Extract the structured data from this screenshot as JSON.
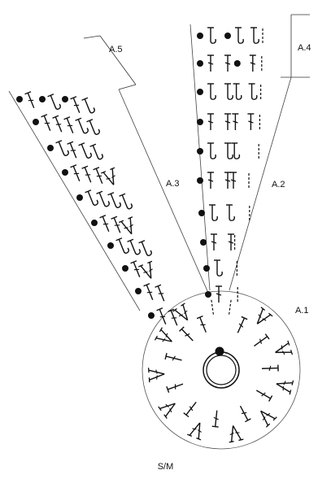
{
  "diagram": {
    "section_labels": {
      "a1": "A.1",
      "a2": "A.2",
      "a3": "A.3",
      "a4": "A.4",
      "a5": "A.5"
    },
    "size_label": "S/M"
  },
  "colors": {
    "ink": "#111111",
    "background": "#ffffff"
  },
  "symbols": {
    "dot": "slip-stitch-icon",
    "t": "half-treble-icon",
    "cross": "treble-icon",
    "fan": "treble-group-icon",
    "hook": "chain-loop-icon",
    "dash": "chain-space-icon"
  }
}
